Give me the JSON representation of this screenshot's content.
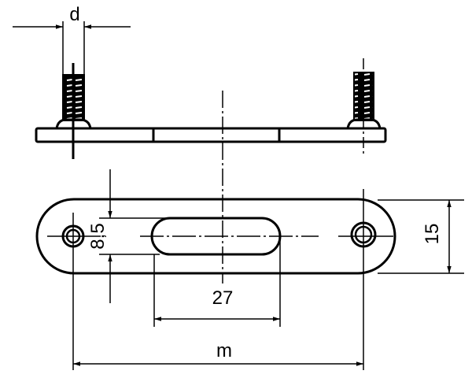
{
  "drawing": {
    "dimensions": {
      "screw_diameter": "d",
      "slot_width": "8,5",
      "plate_width": "15",
      "slot_length": "27",
      "hole_spacing": "m"
    },
    "colors": {
      "line": "#000000",
      "background": "#ffffff"
    }
  }
}
